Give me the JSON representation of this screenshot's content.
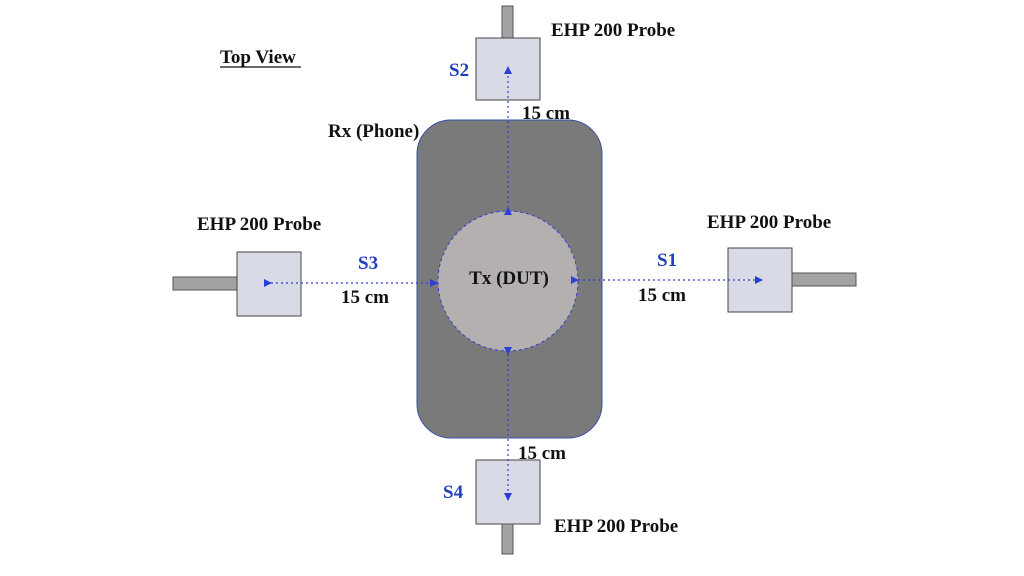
{
  "title": "Top View",
  "phone_label": "Rx (Phone)",
  "dut_label": "Tx (DUT)",
  "probes": [
    {
      "id": "S1",
      "name": "EHP 200 Probe",
      "distance": "15 cm"
    },
    {
      "id": "S2",
      "name": "EHP 200 Probe",
      "distance": "15 cm"
    },
    {
      "id": "S3",
      "name": "EHP 200 Probe",
      "distance": "15 cm"
    },
    {
      "id": "S4",
      "name": "EHP 200 Probe",
      "distance": "15 cm"
    }
  ],
  "colors": {
    "phone": "#7a7a7a",
    "dut": "#b5b0b0",
    "probe_box": "#d8dbe6",
    "arrow": "#2b3fd6",
    "sensor_label": "#1f3fbf"
  }
}
